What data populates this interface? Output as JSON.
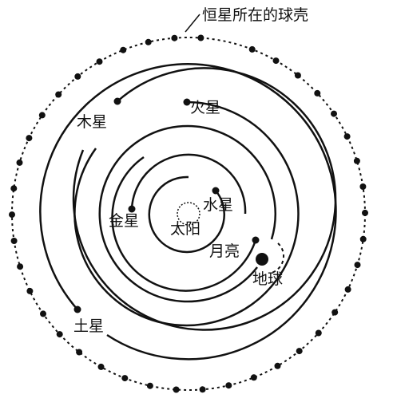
{
  "labels": {
    "celestial_sphere": "恒星所在的球壳",
    "sun": "太阳",
    "mercury": "水星",
    "venus": "金星",
    "moon": "月亮",
    "earth": "地球",
    "mars": "火星",
    "jupiter": "木星",
    "saturn": "土星"
  },
  "colors": {
    "ink": "#111111",
    "background": "#ffffff"
  }
}
